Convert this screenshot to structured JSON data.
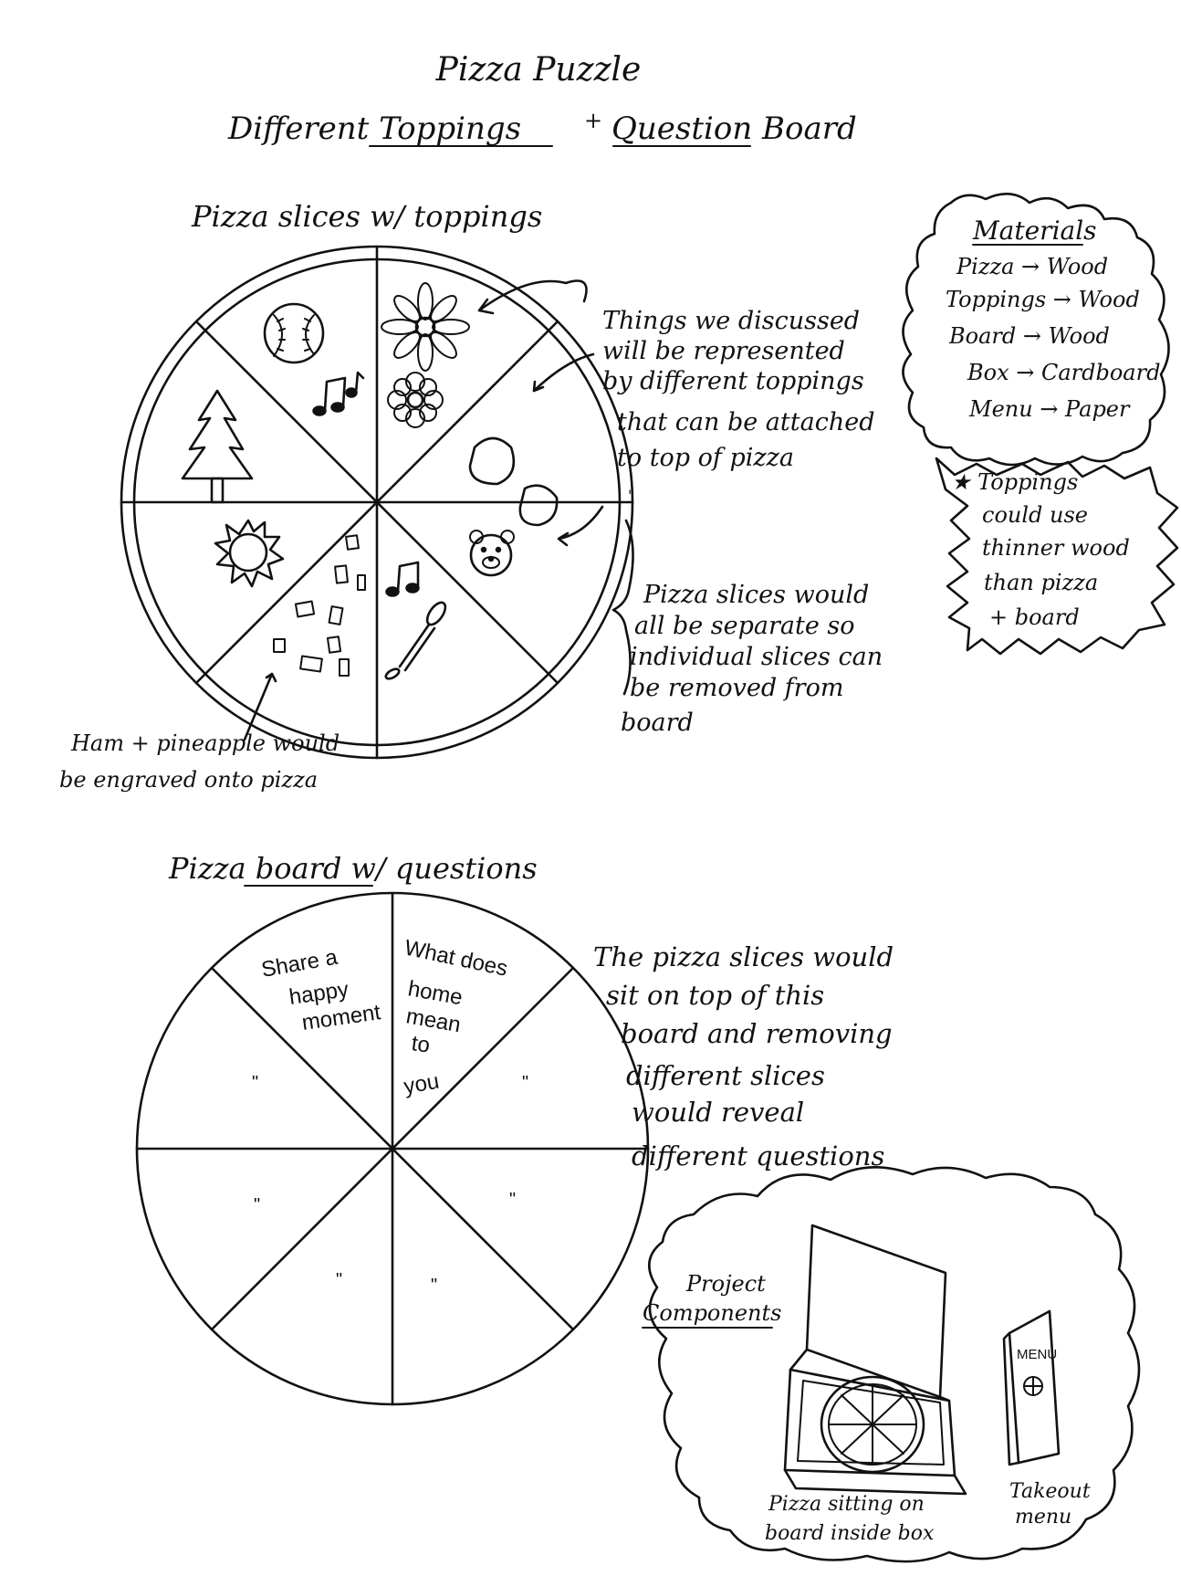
{
  "title": "Pizza Puzzle",
  "subtitle": {
    "part1": "Different Toppings",
    "plus": "+",
    "part2": "Question Board"
  },
  "section1": {
    "heading": "Pizza slices w/ toppings",
    "note_toppings": [
      "Things we discussed",
      "will be represented",
      "by different toppings",
      "that can be attached",
      "to top of pizza"
    ],
    "ditto_mark": "\"",
    "note_slices": [
      "Pizza slices would",
      "all be separate so",
      "individual slices can",
      "be removed from",
      "board"
    ],
    "note_engraved": [
      "Ham + pineapple would",
      "be engraved onto pizza"
    ],
    "toppings_icons": [
      "baseball-icon",
      "flower-icon",
      "music-notes-icon",
      "tree-icon",
      "bread-roll-icon",
      "sun-icon",
      "bear-icon",
      "ham-pineapple-pieces-icon",
      "microphone-icon"
    ]
  },
  "materials": {
    "heading": "Materials",
    "items": [
      "Pizza → Wood",
      "Toppings → Wood",
      "Board → Wood",
      "Box → Cardboard",
      "Menu → Paper"
    ]
  },
  "toppings_note": [
    "★ Toppings",
    "could use",
    "thinner wood",
    "than pizza",
    "+ board"
  ],
  "section2": {
    "heading": "Pizza board w/ questions",
    "q1": [
      "Share a",
      "happy",
      "moment"
    ],
    "q2": [
      "What does",
      "home",
      "mean",
      "to",
      "you"
    ],
    "ditto": "\"",
    "note_board": [
      "The pizza slices would",
      "sit on top of this",
      "board and removing",
      "different slices",
      "would reveal",
      "different questions"
    ]
  },
  "components": {
    "heading": [
      "Project",
      "Components"
    ],
    "box_caption": [
      "Pizza sitting on",
      "board inside box"
    ],
    "menu_label": "MENU",
    "menu_caption": [
      "Takeout",
      "menu"
    ]
  }
}
